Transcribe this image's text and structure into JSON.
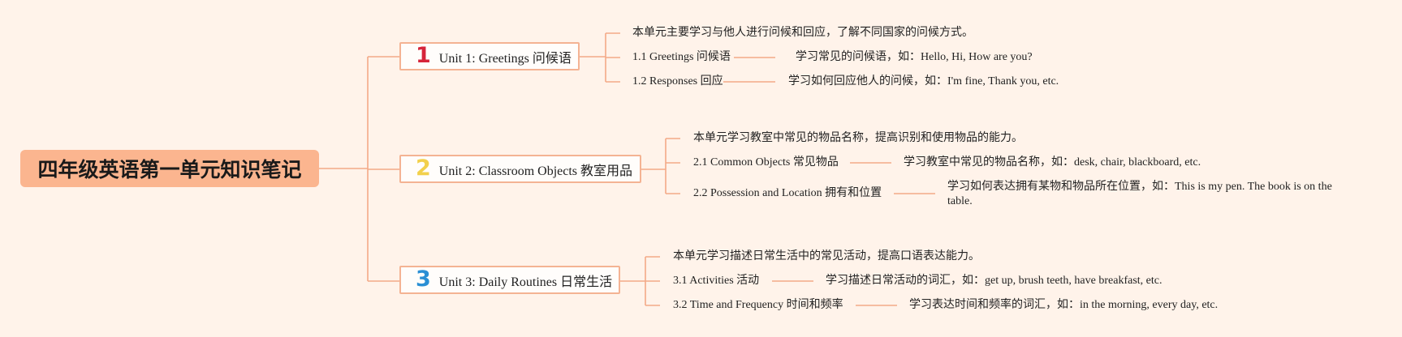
{
  "root": {
    "title": "四年级英语第一单元知识笔记"
  },
  "units": [
    {
      "number": "1",
      "color": "#d6243a",
      "title": "Unit 1: Greetings 问候语",
      "summary": "本单元主要学习与他人进行问候和回应，了解不同国家的问候方式。",
      "topics": [
        {
          "label": "1.1 Greetings 问候语",
          "detail": "学习常见的问候语，如：Hello, Hi, How are you?"
        },
        {
          "label": "1.2 Responses 回应",
          "detail": "学习如何回应他人的问候，如：I'm fine, Thank you, etc."
        }
      ]
    },
    {
      "number": "2",
      "color": "#f2d04b",
      "title": "Unit 2: Classroom Objects 教室用品",
      "summary": "本单元学习教室中常见的物品名称，提高识别和使用物品的能力。",
      "topics": [
        {
          "label": "2.1 Common Objects 常见物品",
          "detail": "学习教室中常见的物品名称，如：desk, chair, blackboard, etc."
        },
        {
          "label": "2.2 Possession and Location 拥有和位置",
          "detail": "学习如何表达拥有某物和物品所在位置，如：This is my pen. The book is on the table."
        }
      ]
    },
    {
      "number": "3",
      "color": "#2a8fd4",
      "title": "Unit 3: Daily Routines 日常生活",
      "summary": "本单元学习描述日常生活中的常见活动，提高口语表达能力。",
      "topics": [
        {
          "label": "3.1 Activities 活动",
          "detail": "学习描述日常活动的词汇，如：get up, brush teeth, have breakfast, etc."
        },
        {
          "label": "3.2 Time and Frequency 时间和频率",
          "detail": "学习表达时间和频率的词汇，如：in the morning, every day, etc."
        }
      ]
    }
  ],
  "colors": {
    "line": "#f4a987",
    "background": "#fff3ea",
    "root_fill": "#fbb58f"
  }
}
